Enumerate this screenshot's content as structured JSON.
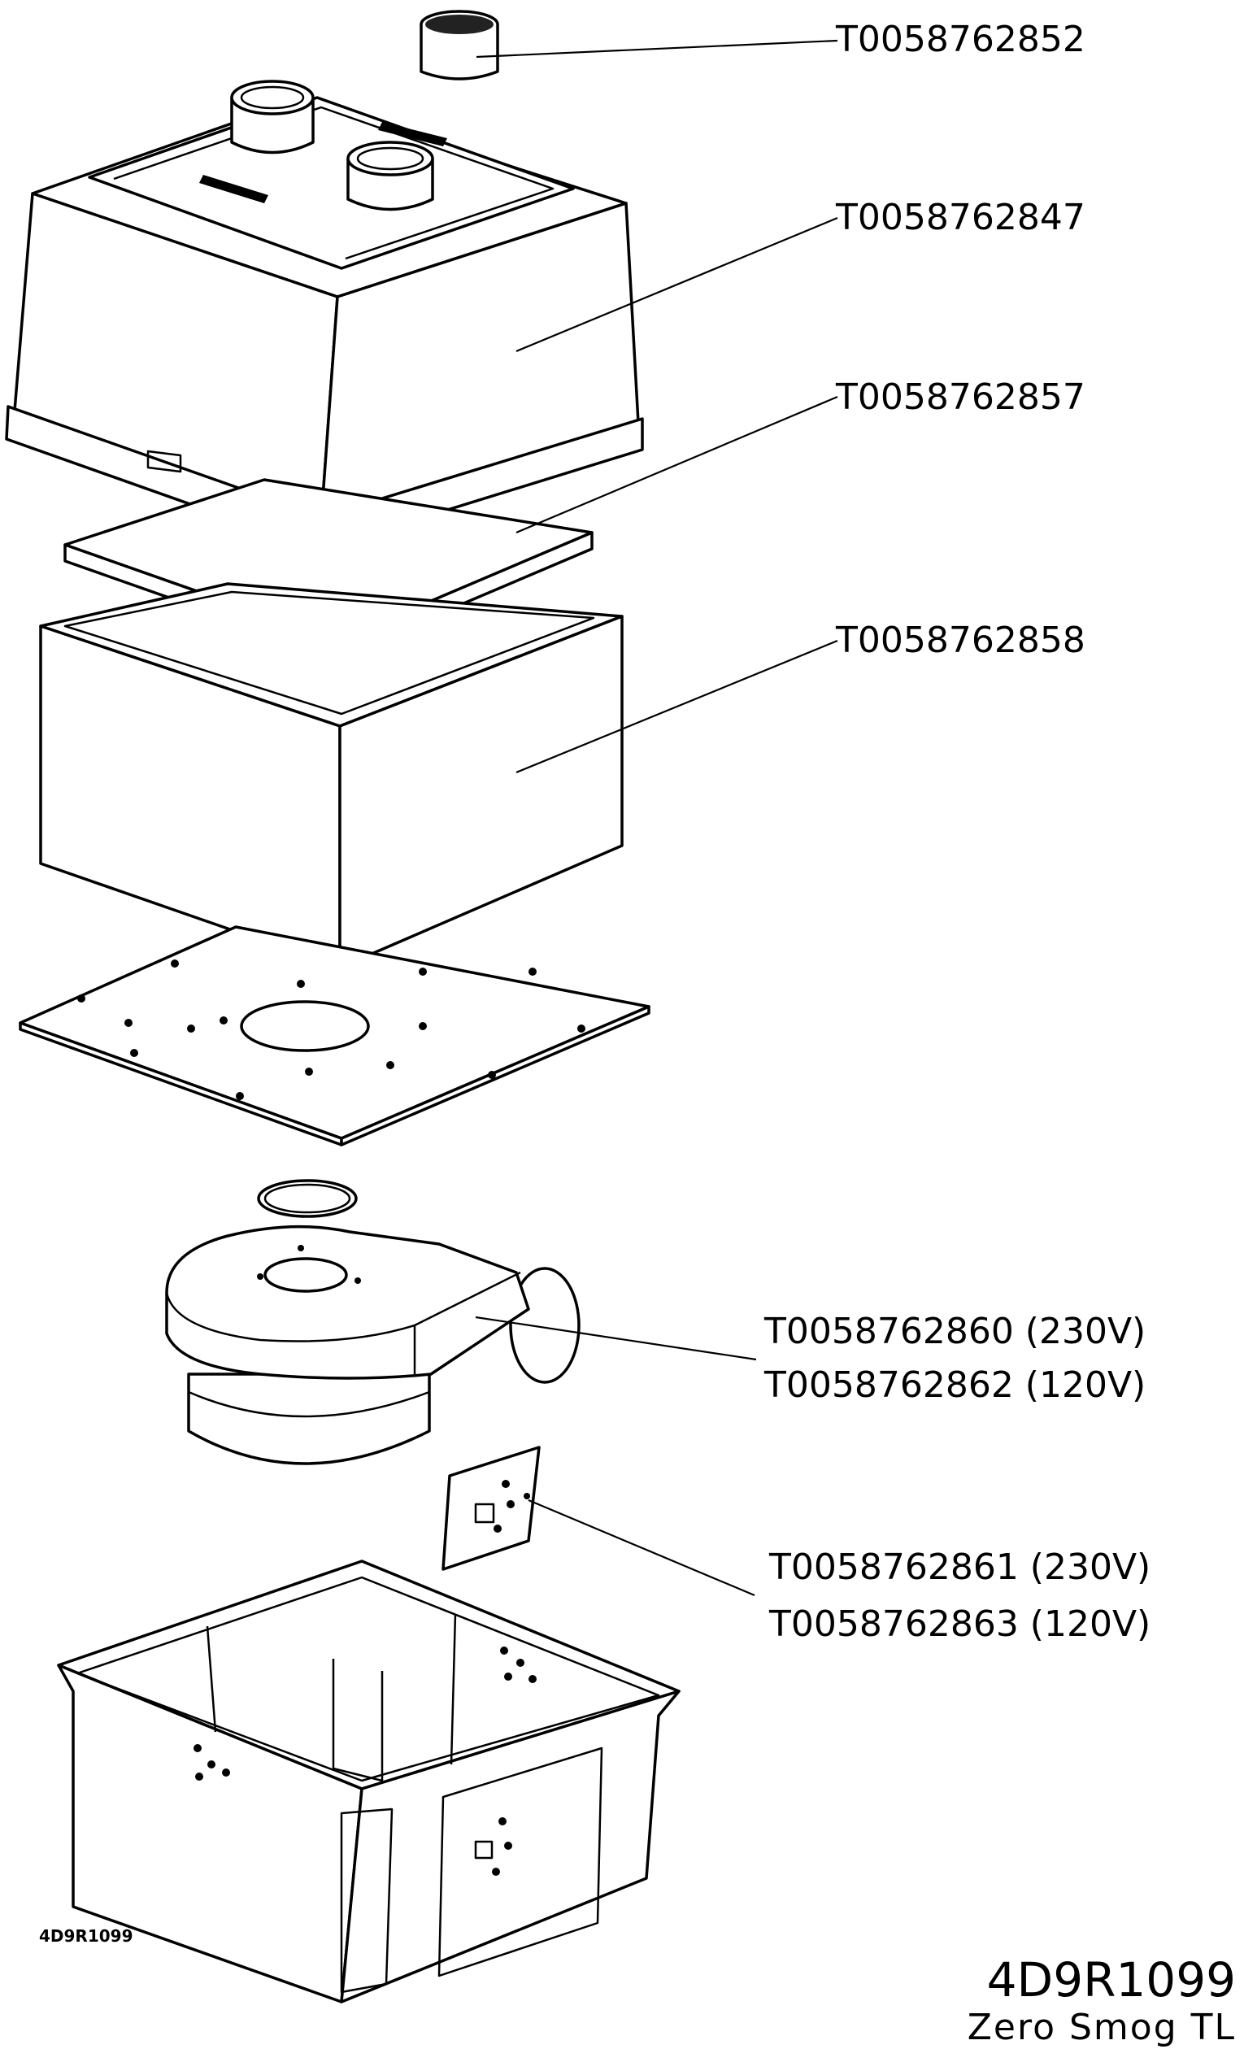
{
  "callouts": [
    {
      "id": "cap",
      "text": "T0058762852"
    },
    {
      "id": "top-cover",
      "text": "T0058762847"
    },
    {
      "id": "filter-pad",
      "text": "T0058762857"
    },
    {
      "id": "filter-box",
      "text": "T0058762858"
    },
    {
      "id": "fan-230",
      "text": "T0058762860 (230V)"
    },
    {
      "id": "fan-120",
      "text": "T0058762862 (120V)"
    },
    {
      "id": "board-230",
      "text": "T0058762861 (230V)"
    },
    {
      "id": "board-120",
      "text": "T0058762863 (120V)"
    }
  ],
  "drawing": {
    "code": "4D9R1099",
    "name": "Zero Smog TL",
    "base_marking": "4D9R1099"
  },
  "colors": {
    "line": "#000000",
    "background": "#ffffff"
  }
}
